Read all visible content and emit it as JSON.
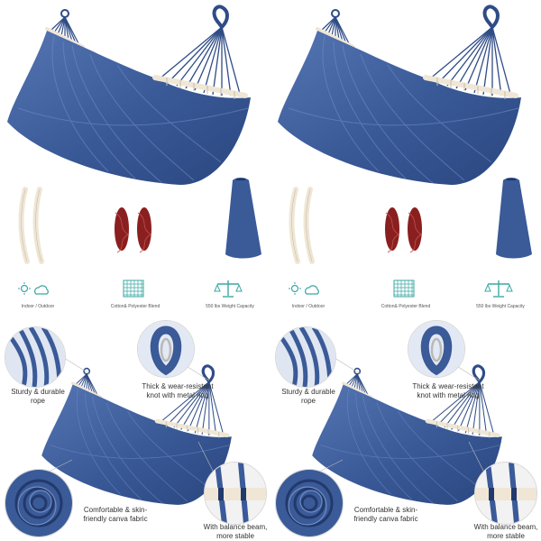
{
  "colors": {
    "fabric_dark": "#2f4c86",
    "fabric_mid": "#4a6aa8",
    "fabric_light": "#6f8cc4",
    "rope_red": "#8a1f1f",
    "bar_wood": "#efe6d6",
    "icon_teal": "#3aa7a2"
  },
  "features": [
    {
      "icon": "sun-cloud-icon",
      "label": "Indoor / Outdoor"
    },
    {
      "icon": "fabric-grid-icon",
      "label": "Cotton& Polyester Blend"
    },
    {
      "icon": "scale-icon",
      "label": "550 lbs Weight Capacity"
    }
  ],
  "callouts": {
    "rope": [
      "Sturdy & durable",
      "rope"
    ],
    "knot": [
      "Thick & wear-resistant",
      "knot with metal ring"
    ],
    "fabric": [
      "Comfortable & skin-",
      "friendly canva fabric"
    ],
    "beam": [
      "With balance beam,",
      "more stable"
    ]
  }
}
